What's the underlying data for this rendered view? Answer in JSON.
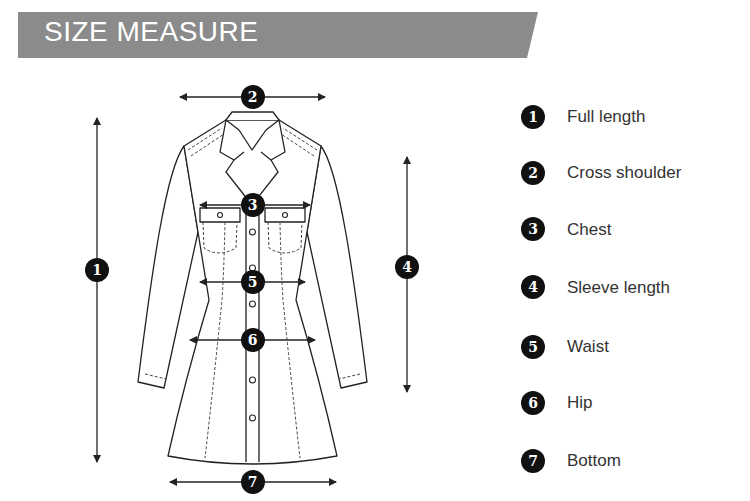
{
  "diagram": {
    "title": "SIZE MEASURE",
    "nodes": [
      {
        "text": [
          "2"
        ]
      },
      {
        "text": [
          "3"
        ]
      },
      {
        "text": [
          "1"
        ]
      },
      {
        "text": [
          "4"
        ]
      },
      {
        "text": [
          "5"
        ]
      },
      {
        "text": [
          "6"
        ]
      },
      {
        "text": [
          "7"
        ]
      },
      {
        "text": [
          "1"
        ]
      },
      {
        "text": [
          "2"
        ]
      },
      {
        "text": [
          "3"
        ]
      },
      {
        "text": [
          "4"
        ]
      },
      {
        "text": [
          "5"
        ]
      },
      {
        "text": [
          "6"
        ]
      },
      {
        "text": [
          "7"
        ]
      }
    ],
    "labels": [
      "Full length",
      "Cross shoulder",
      "Chest",
      "Sleeve length",
      "Waist",
      "Hip",
      "Bottom"
    ]
  }
}
